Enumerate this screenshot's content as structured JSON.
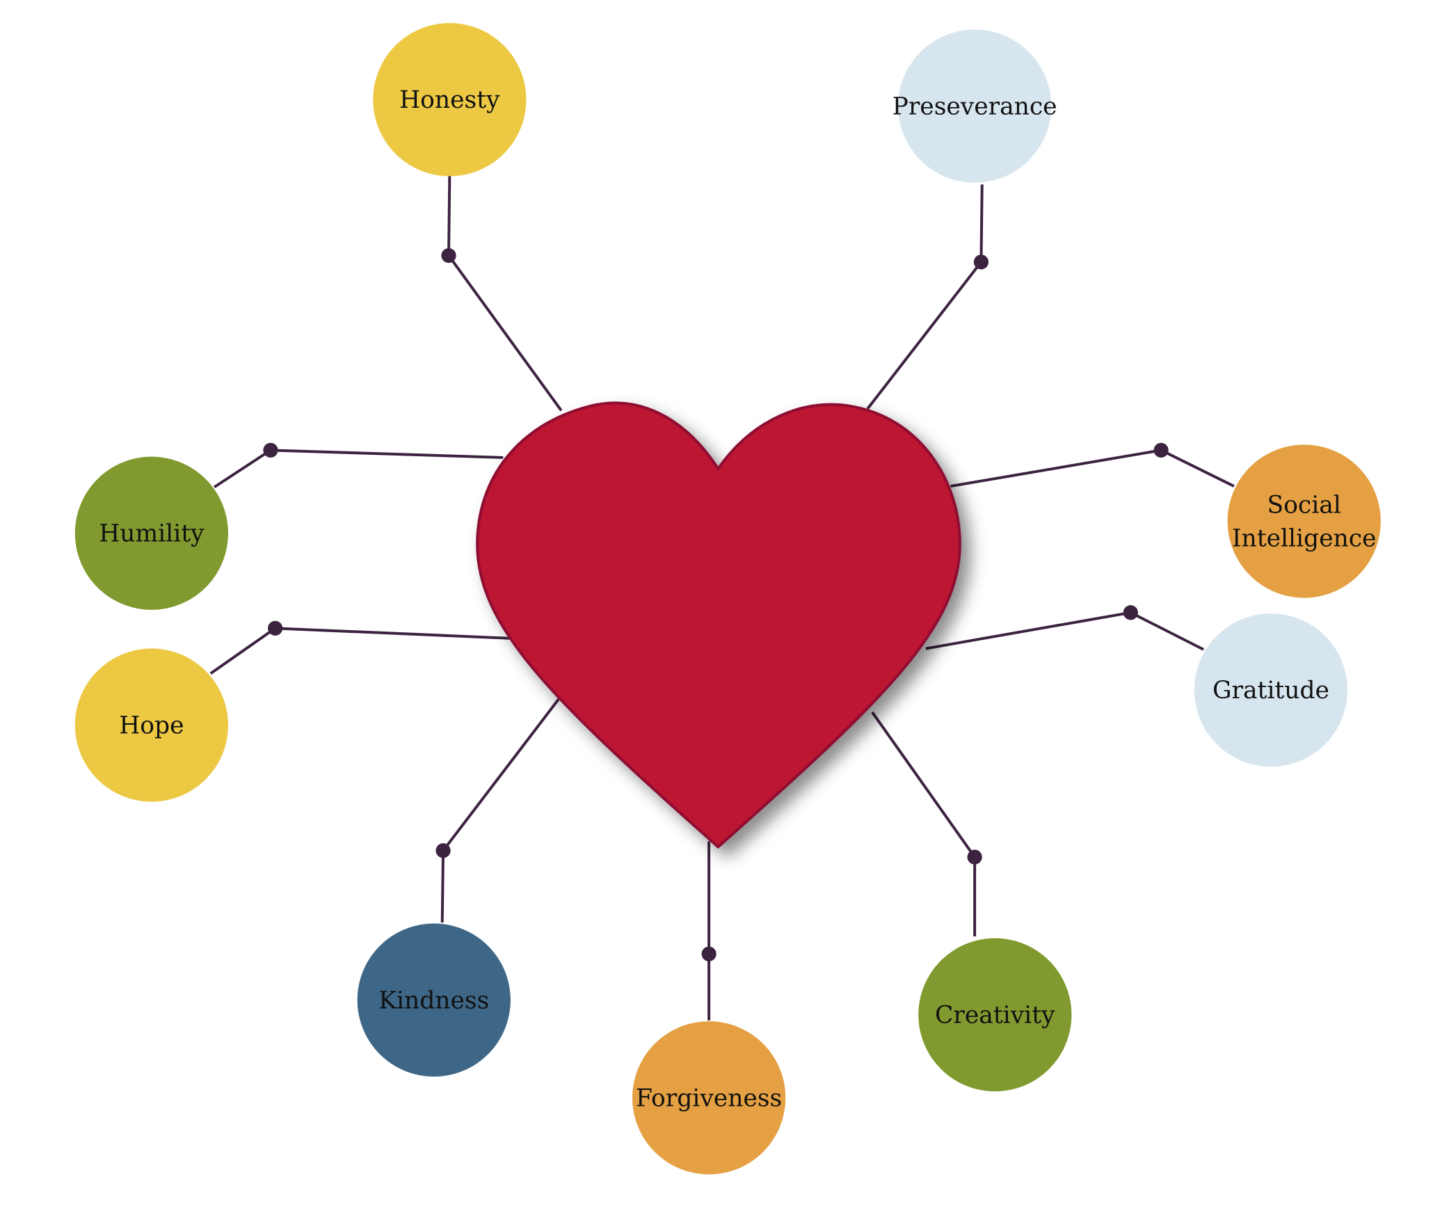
{
  "center": {
    "label": "",
    "color": "#BD1232"
  },
  "line_color": "#3C2340",
  "nodes": [
    {
      "id": "honesty",
      "lines": [
        "Honesty"
      ],
      "color": "#ECC843"
    },
    {
      "id": "preseverance",
      "lines": [
        "Preseverance"
      ],
      "color": "#D7E5EE"
    },
    {
      "id": "humility",
      "lines": [
        "Humility"
      ],
      "color": "#819A2F"
    },
    {
      "id": "hope",
      "lines": [
        "Hope"
      ],
      "color": "#ECC843"
    },
    {
      "id": "social-intelligence",
      "lines": [
        "Social",
        "Intelligence"
      ],
      "color": "#E4A042"
    },
    {
      "id": "gratitude",
      "lines": [
        "Gratitude"
      ],
      "color": "#D7E5EE"
    },
    {
      "id": "kindness",
      "lines": [
        "Kindness"
      ],
      "color": "#3E6687"
    },
    {
      "id": "forgiveness",
      "lines": [
        "Forgiveness"
      ],
      "color": "#E4A042"
    },
    {
      "id": "creativity",
      "lines": [
        "Creativity"
      ],
      "color": "#819A2F"
    }
  ]
}
